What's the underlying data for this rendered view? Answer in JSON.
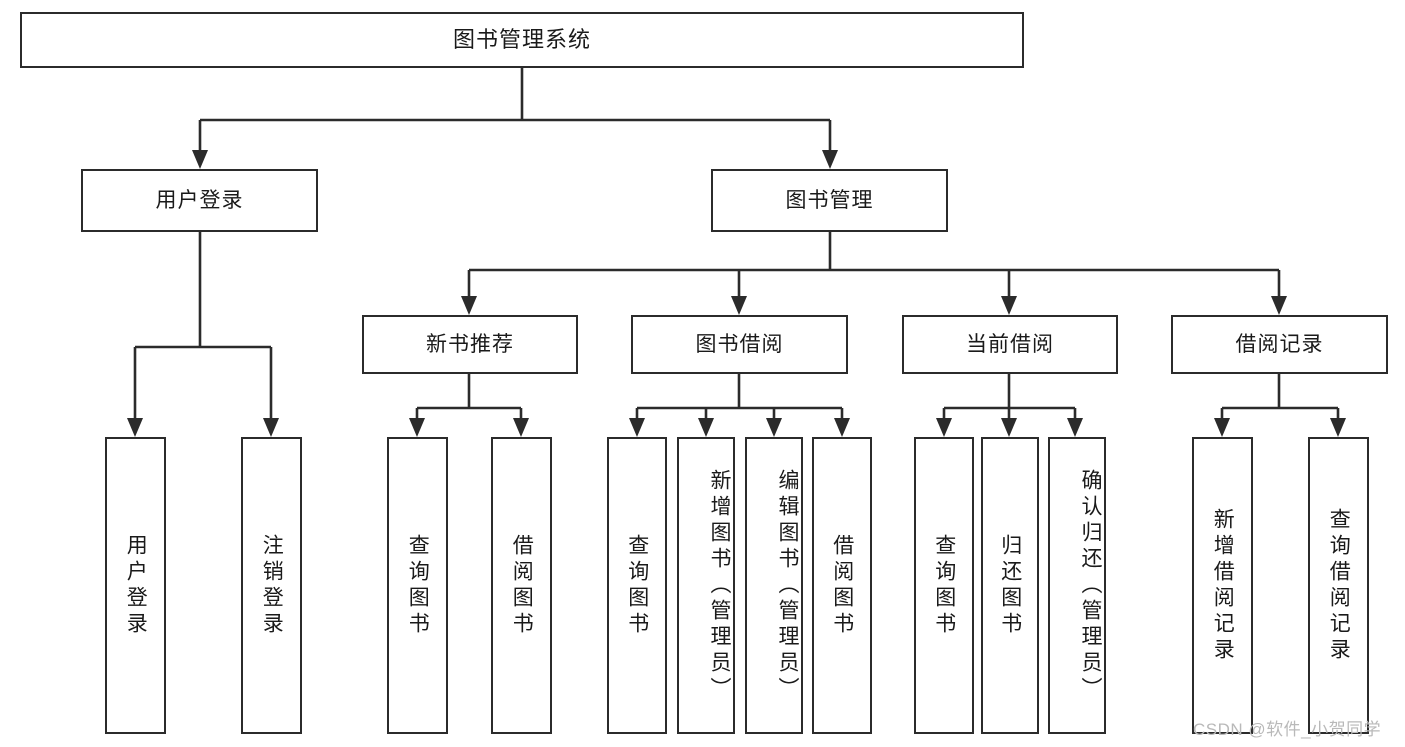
{
  "diagram": {
    "title": "图书管理系统",
    "type": "tree-hierarchy-chart",
    "watermark": "CSDN @软件_小贺同学"
  },
  "nodes": {
    "root": "图书管理系统",
    "level2": [
      "用户登录",
      "图书管理"
    ],
    "level3": [
      "新书推荐",
      "图书借阅",
      "当前借阅",
      "借阅记录"
    ],
    "leaves": {
      "user_login": [
        "用户登录",
        "注销登录"
      ],
      "new_book_recommend": [
        "查询图书",
        "借阅图书"
      ],
      "book_borrow": [
        "查询图书",
        "新增图书（管理员）",
        "编辑图书（管理员）",
        "借阅图书"
      ],
      "current_borrow": [
        "查询图书",
        "归还图书",
        "确认归还（管理员）"
      ],
      "borrow_record": [
        "新增借阅记录",
        "查询借阅记录"
      ]
    }
  },
  "colors": {
    "stroke": "#2b2b2b",
    "fill": "#ffffff",
    "text": "#1a1a1a",
    "watermark": "#b9b9b9"
  }
}
